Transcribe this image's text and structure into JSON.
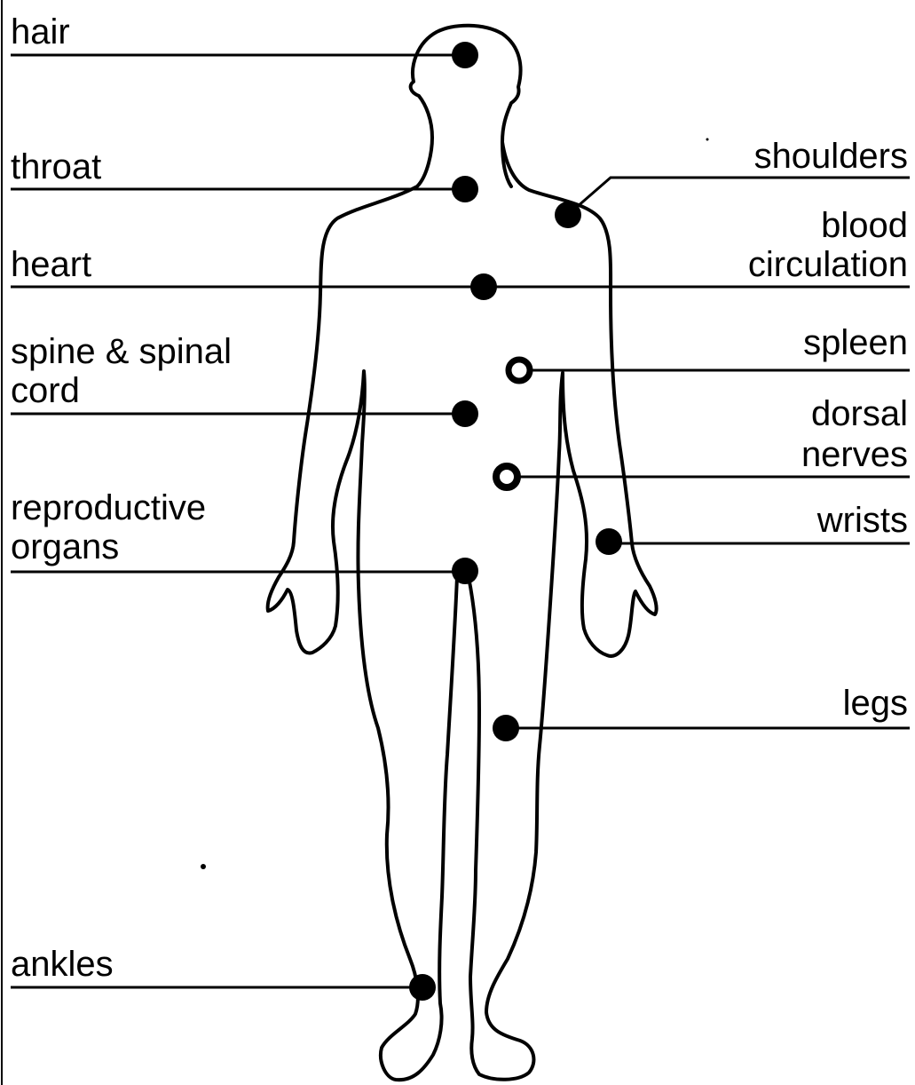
{
  "colors": {
    "ink": "#000000",
    "background": "#ffffff"
  },
  "labels": {
    "hair": "hair",
    "throat": "throat",
    "heart": "heart",
    "spine_line1": "spine & spinal",
    "spine_line2": "cord",
    "reproductive_line1": "reproductive",
    "reproductive_line2": "organs",
    "ankles": "ankles",
    "shoulders": "shoulders",
    "blood_line1": "blood",
    "blood_line2": "circulation",
    "spleen": "spleen",
    "dorsal_line1": "dorsal",
    "dorsal_line2": "nerves",
    "wrists": "wrists",
    "legs": "legs"
  },
  "markers": [
    {
      "part": "hair",
      "style": "filled"
    },
    {
      "part": "throat",
      "style": "filled"
    },
    {
      "part": "shoulders",
      "style": "filled"
    },
    {
      "part": "heart",
      "style": "filled"
    },
    {
      "part": "spleen",
      "style": "ring"
    },
    {
      "part": "spine & spinal cord",
      "style": "filled"
    },
    {
      "part": "dorsal nerves",
      "style": "ring"
    },
    {
      "part": "wrists",
      "style": "filled"
    },
    {
      "part": "reproductive organs",
      "style": "filled"
    },
    {
      "part": "legs",
      "style": "filled"
    },
    {
      "part": "ankles",
      "style": "filled"
    }
  ]
}
